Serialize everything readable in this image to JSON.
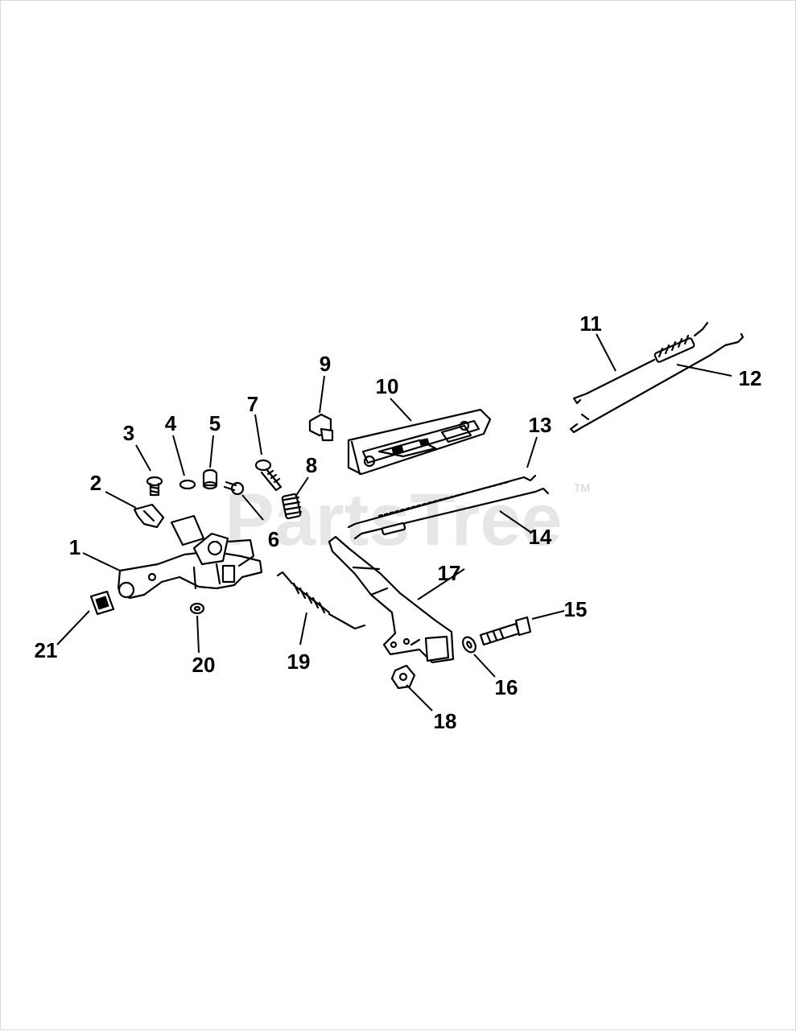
{
  "watermark": {
    "text": "PartsTree",
    "tm": "TM"
  },
  "callouts": [
    "1",
    "2",
    "3",
    "4",
    "5",
    "6",
    "7",
    "8",
    "9",
    "10",
    "11",
    "12",
    "13",
    "14",
    "15",
    "16",
    "17",
    "18",
    "19",
    "20",
    "21"
  ],
  "colors": {
    "background": "#ffffff",
    "ink": "#000000",
    "watermark": "#e6e6e6"
  }
}
